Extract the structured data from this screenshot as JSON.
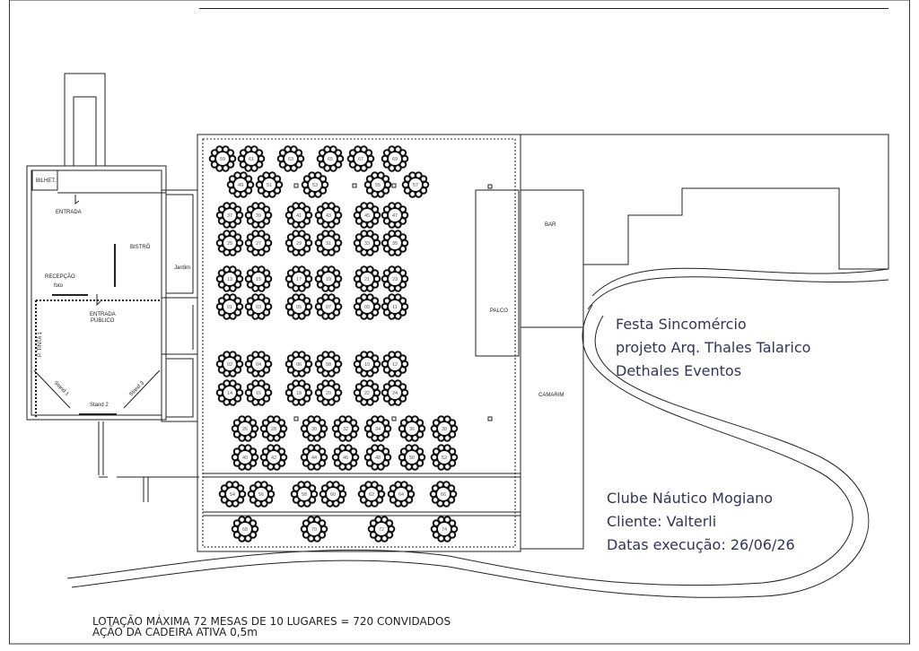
{
  "rooms": {
    "bilhet": "BILHET.",
    "entrada": "ENTRADA",
    "bistro": "BISTRÔ",
    "jardim": "Jardim",
    "recepcao": "RECEPÇÃO",
    "foto": "foto",
    "entrada_publico_1": "ENTRADA",
    "entrada_publico_2": "PÚBLICO",
    "parede_tinta": "P. TINTA 1",
    "stand1": "Stand 1",
    "stand2": "Stand 2",
    "stand3": "Stand 3",
    "palco": "PALCO",
    "bar": "BAR",
    "camarim": "CAMARIM"
  },
  "tables": [
    [
      "59",
      "61",
      "63",
      "65",
      "67",
      "69"
    ],
    [
      "49",
      "51",
      "53",
      "55",
      "57"
    ],
    [
      "37",
      "39",
      "41",
      "43",
      "45",
      "47"
    ],
    [
      "25",
      "27",
      "29",
      "31",
      "33",
      "35"
    ],
    [
      "13",
      "15",
      "17",
      "19",
      "21",
      "23"
    ],
    [
      "01",
      "03",
      "05",
      "07",
      "09",
      "11"
    ],
    [
      "02",
      "04",
      "06",
      "08",
      "10",
      "12"
    ],
    [
      "14",
      "16",
      "18",
      "20",
      "22",
      "24"
    ],
    [
      "26",
      "28",
      "30",
      "32",
      "34",
      "36",
      "38"
    ],
    [
      "40",
      "42",
      "44",
      "46",
      "48",
      "50",
      "52"
    ],
    [
      "54",
      "56",
      "58",
      "60",
      "62",
      "64",
      "66"
    ],
    [
      "68",
      "70",
      "72",
      "74"
    ]
  ],
  "project_info": {
    "event": "Festa Sincomércio",
    "project": "projeto Arq. Thales Talarico",
    "company": "Dethales Eventos"
  },
  "client_info": {
    "venue": "Clube Náutico Mogiano",
    "client": "Cliente: Valterli",
    "date": "Datas execução: 26/06/26"
  },
  "footer": {
    "capacity": "LOTAÇÃO MÁXIMA 72 MESAS DE 10 LUGARES = 720 CONVIDADOS",
    "chair": "AÇÃO DA CADEIRA ATIVA 0,5m"
  }
}
